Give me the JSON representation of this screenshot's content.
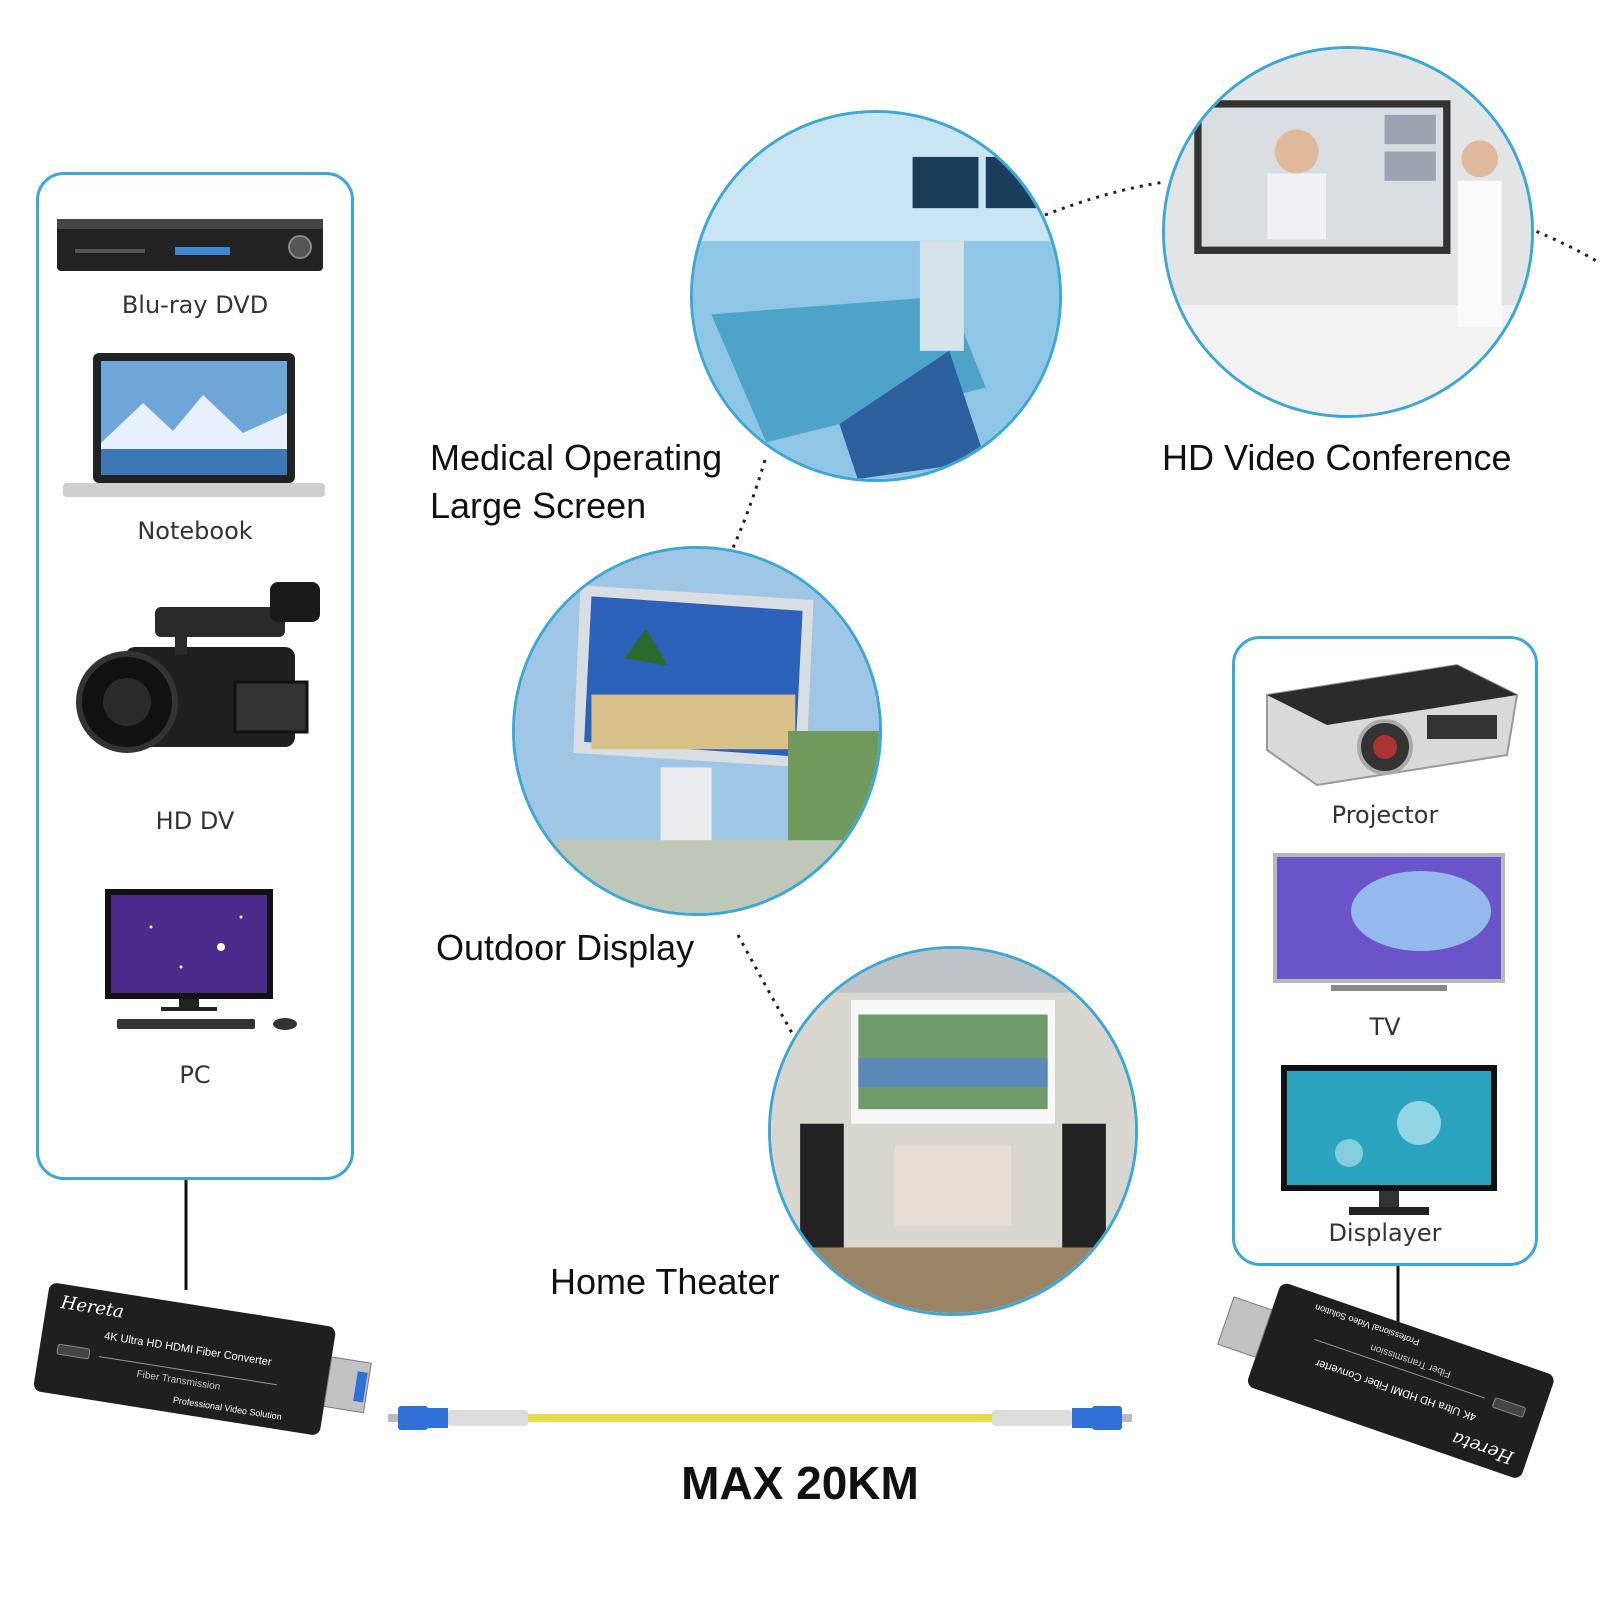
{
  "sources": {
    "items": [
      {
        "label": "Blu-ray DVD",
        "icon": "bluray-player-icon"
      },
      {
        "label": "Notebook",
        "icon": "laptop-icon"
      },
      {
        "label": "HD DV",
        "icon": "camcorder-icon"
      },
      {
        "label": "PC",
        "icon": "desktop-pc-icon"
      }
    ]
  },
  "displays": {
    "items": [
      {
        "label": "Projector",
        "icon": "projector-icon"
      },
      {
        "label": "TV",
        "icon": "tv-icon"
      },
      {
        "label": "Displayer",
        "icon": "monitor-icon"
      }
    ]
  },
  "scenarios": {
    "medical": {
      "line1": "Medical Operating",
      "line2": "Large Screen"
    },
    "conference": {
      "label": "HD Video Conference"
    },
    "outdoor": {
      "label": "Outdoor Display"
    },
    "theater": {
      "label": "Home Theater"
    }
  },
  "converter": {
    "brand": "Hereta",
    "model": "4K Ultra HD HDMI Fiber Converter",
    "sub": "Fiber Transmission",
    "tagline": "Professional Video Solution"
  },
  "cable": {
    "distance_label": "MAX 20KM"
  },
  "colors": {
    "accent": "#3aa7d6",
    "fiber": "#e8dc4a",
    "connector": "#2f6fd6",
    "device": "#1f1f1f"
  }
}
